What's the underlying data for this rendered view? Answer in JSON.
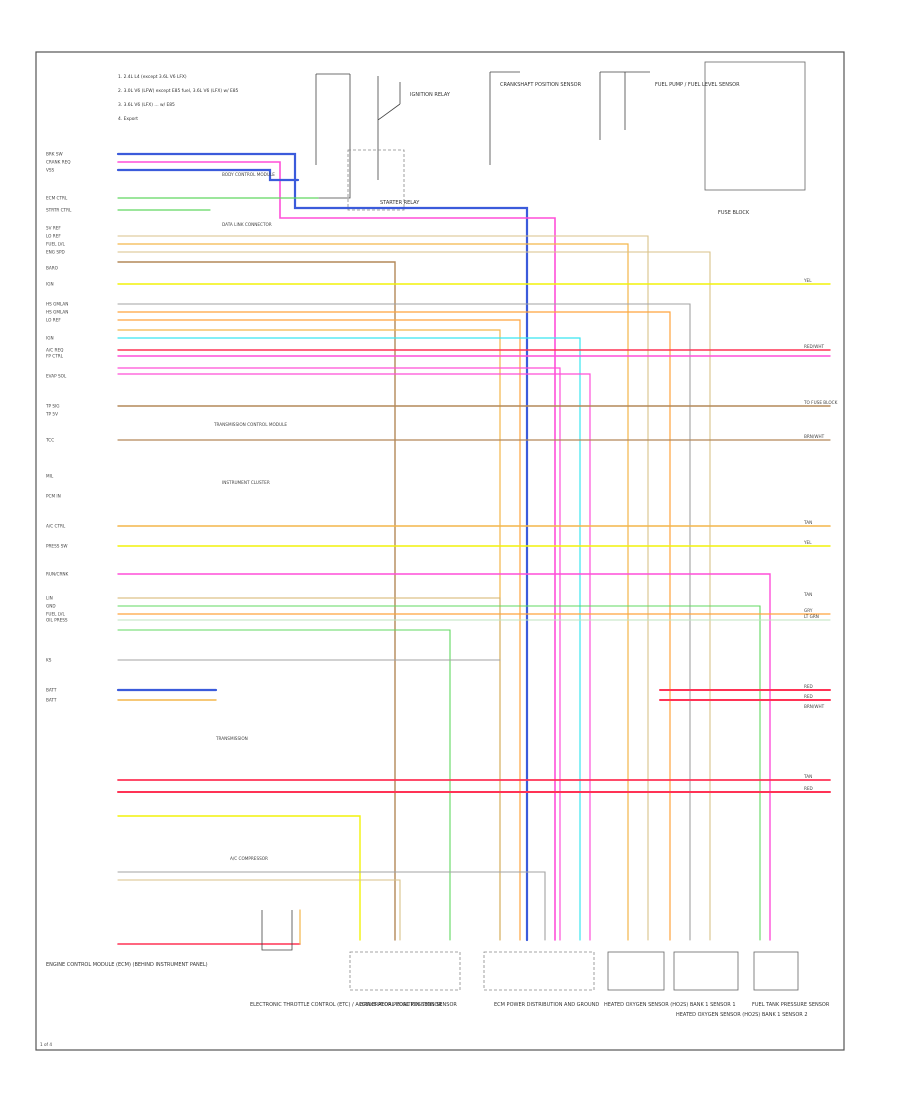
{
  "legend": {
    "lines": [
      "1. 2.4L L4 (except 3.6L V6 LFX)",
      "2. 3.0L V6 (LFW) except E85 fuel, 3.6L V6 (LFX) w/ E85",
      "3. 3.6L V6 (LFX) ... w/ E85",
      "4. Export"
    ]
  },
  "module": {
    "label": "ENGINE CONTROL MODULE (ECM) (BEHIND INSTRUMENT PANEL)"
  },
  "pin_names": [
    "BRK SW",
    "CRANK REQ",
    "VSS",
    "ECM CTRL",
    "STRTR CTRL",
    "5V REF",
    "LO REF",
    "FUEL LVL",
    "ENG SPD",
    "BARO",
    "IGN",
    "HS GMLAN",
    "HS GMLAN",
    "LO REF",
    "IGN",
    "A/C REQ",
    "FP CTRL",
    "EVAP SOL",
    "TP SIG",
    "TP 5V",
    "TCC",
    "MIL",
    "PCM IN",
    "A/C CTRL",
    "PRESS SW",
    "RUN/CRNK",
    "LIN",
    "GND",
    "FUEL LVL",
    "OIL PRESS",
    "KS",
    "BATT",
    "BATT"
  ],
  "wires": [
    {
      "name": "BRN/BLU",
      "color": "#3b5bdb"
    },
    {
      "name": "YEL",
      "color": "#f2f20a"
    },
    {
      "name": "ORN/TAN",
      "color": "#f3b64a"
    },
    {
      "name": "PNK",
      "color": "#ff4fd8"
    },
    {
      "name": "GRN",
      "color": "#61d861"
    },
    {
      "name": "TAN/BLU",
      "color": "#d9c28a"
    },
    {
      "name": "RED",
      "color": "#ff3355"
    },
    {
      "name": "LT BLU",
      "color": "#39e5f0"
    },
    {
      "name": "BRN/WHT",
      "color": "#b38859"
    },
    {
      "name": "GRY",
      "color": "#a3a3a3"
    },
    {
      "name": "WHT/GRN",
      "color": "#bfe3bf"
    },
    {
      "name": "ORN",
      "color": "#ffa43d"
    },
    {
      "name": "TAN",
      "color": "#d4b36b"
    }
  ],
  "right_labels": [
    "YEL",
    "RED/WHT",
    "TO FUSE BLOCK",
    "BRN/WHT",
    "TAN",
    "YEL",
    "TAN",
    "GRY",
    "LT GRN",
    "RED",
    "RED",
    "BRN/WHT",
    "TAN",
    "RED"
  ],
  "top_components": [
    "IGNITION RELAY",
    "STARTER RELAY",
    "CRANKSHAFT POSITION SENSOR",
    "FUEL PUMP / FUEL LEVEL SENSOR",
    "FUSE BLOCK"
  ],
  "inline_notes": [
    "BODY CONTROL MODULE",
    "DATA LINK CONNECTOR",
    "TRANSMISSION CONTROL MODULE",
    "INSTRUMENT CLUSTER",
    "TRANSMISSION",
    "A/C COMPRESSOR"
  ],
  "bottom_components": [
    "ELECTRONIC THROTTLE CONTROL (ETC) / ACCELERATOR PEDAL POSITION SENSOR",
    "BRAKE PEDAL POSITION SENSOR",
    "ECM POWER DISTRIBUTION AND GROUND",
    "HEATED OXYGEN SENSOR (HO2S) BANK 1 SENSOR 1",
    "HEATED OXYGEN SENSOR (HO2S) BANK 1 SENSOR 2",
    "FUEL TANK PRESSURE SENSOR"
  ],
  "footer": {
    "ref": "1 of 4"
  }
}
